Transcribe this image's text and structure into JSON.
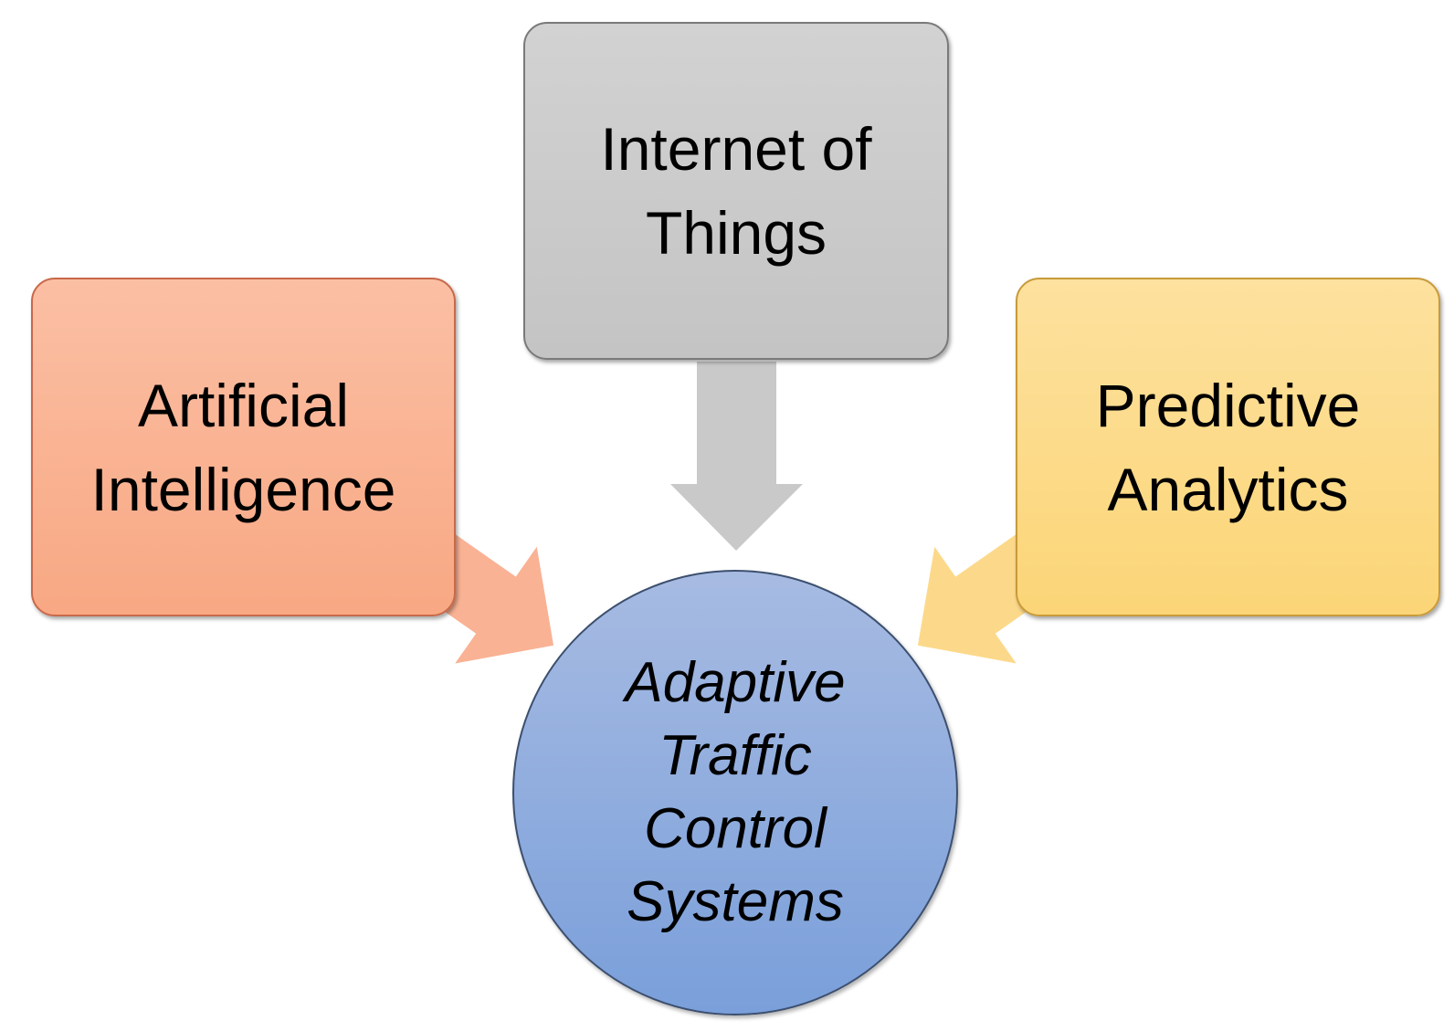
{
  "diagram": {
    "center": {
      "label": "Adaptive\nTraffic\nControl\nSystems",
      "color": "#8faadc"
    },
    "inputs": [
      {
        "id": "iot",
        "label": "Internet of\nThings",
        "color": "#c9c9c9"
      },
      {
        "id": "ai",
        "label": "Artificial\nIntelligence",
        "color": "#f9b294"
      },
      {
        "id": "pa",
        "label": "Predictive\nAnalytics",
        "color": "#fcd98a"
      }
    ],
    "arrows": [
      {
        "from": "iot",
        "to": "center",
        "color": "#c9c9c9"
      },
      {
        "from": "ai",
        "to": "center",
        "color": "#f9b294"
      },
      {
        "from": "pa",
        "to": "center",
        "color": "#fcd98a"
      }
    ]
  }
}
